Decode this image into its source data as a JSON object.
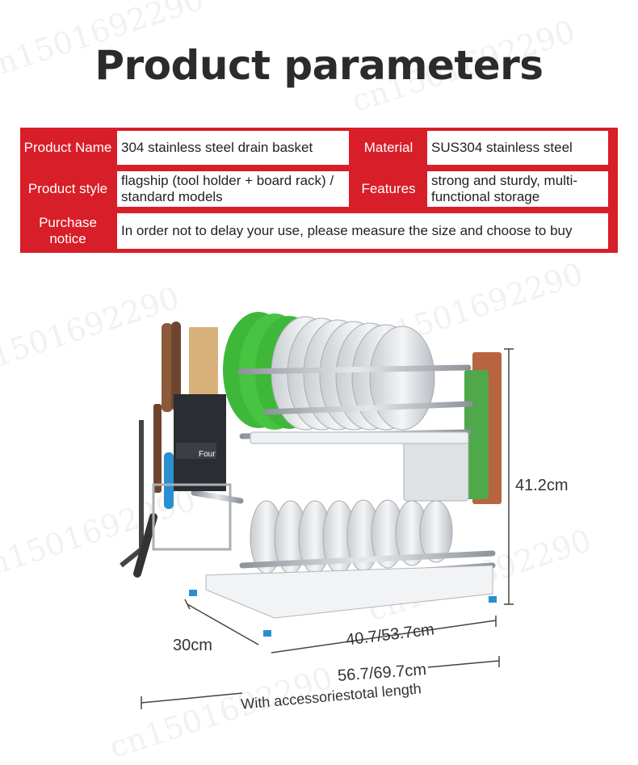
{
  "page": {
    "title": "Product parameters"
  },
  "params": {
    "product_name_label": "Product Name",
    "product_name_value": "304 stainless steel drain basket",
    "material_label": "Material",
    "material_value": "SUS304 stainless steel",
    "product_style_label": "Product style",
    "product_style_value": "flagship (tool holder + board rack) / standard models",
    "features_label": "Features",
    "features_value": "strong and sturdy, multi-functional storage",
    "purchase_notice_label": "Purchase notice",
    "purchase_notice_value": "In order not to delay your use, please measure the size and choose to buy"
  },
  "dimensions": {
    "height": "41.2cm",
    "depth": "30cm",
    "width": "40.7/53.7cm",
    "total_length": "56.7/69.7cm",
    "total_length_caption": "With accessoriestotal length"
  },
  "product_image": {
    "box_label": "Four"
  },
  "watermark": {
    "text": "cn1501692290"
  },
  "colors": {
    "accent_red": "#d81e28",
    "title_text": "#2b2b2b",
    "plate_green": "#3fb83a",
    "steel": "#b9bec4",
    "wood": "#8a5a3a",
    "blue_grip": "#2a8fd0"
  }
}
